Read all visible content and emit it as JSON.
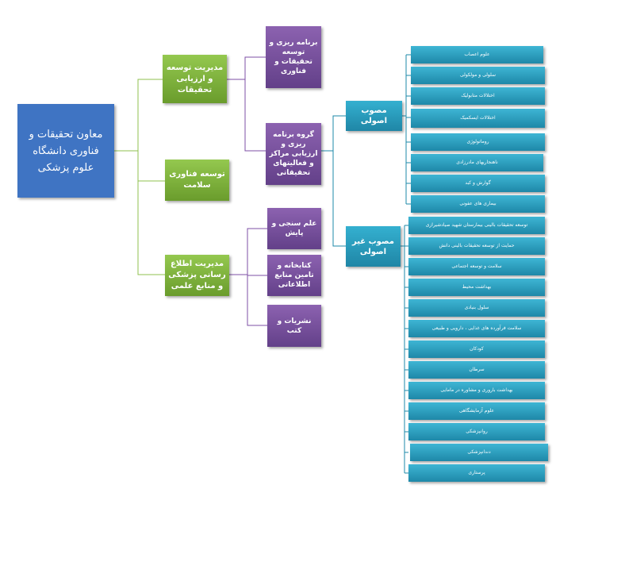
{
  "root": "معاون تحقیقات و فناوری دانشگاه علوم پزشکی",
  "level1": [
    "مدیریت توسعه و ارزیابی تحقیقات",
    "توسعه فناوری سلامت",
    "مدیریت اطلاع رسانی پزشکی و منابع علمی"
  ],
  "level2": [
    "برنامه ریزی و توسعه تحقیقات و فناوری",
    "گروه برنامه ریزی و ارزیابی مراکز و فعالیتهای تحقیقاتی",
    "علم سنجی و پایش",
    "کتابخانه و تامین منابع اطلاعاتی",
    "نشریات و کتب"
  ],
  "level3": [
    "مصوب اصولی",
    "مصوب غیر اصولی"
  ],
  "approved": [
    "علوم اعصاب",
    "سلولی و مولکولی",
    "اختلالات متابولیک",
    "اختلالات ایسکمیک",
    "روماتولوژی",
    "ناهنجاریهای مادرزادی",
    "گوارش و کبد",
    "بیماری های عفونی"
  ],
  "unapproved": [
    "توسعه تحقیقات بالینی بیمارستان شهید صیادشیرازی",
    "حمایت از توسعه تحقیقات بالینی دانش",
    "سلامت و توسعه اجتماعی",
    "بهداشت محیط",
    "سلول بنیادی",
    "سلامت فرآورده های غذایی ، دارویی و طبیعی",
    "کودکان",
    "سرطان",
    "بهداشت باروری و مشاوره در مامایی",
    "علوم آزمایشگاهی",
    "روانپزشکی",
    "دندانپزشکی",
    "پرستاری"
  ]
}
